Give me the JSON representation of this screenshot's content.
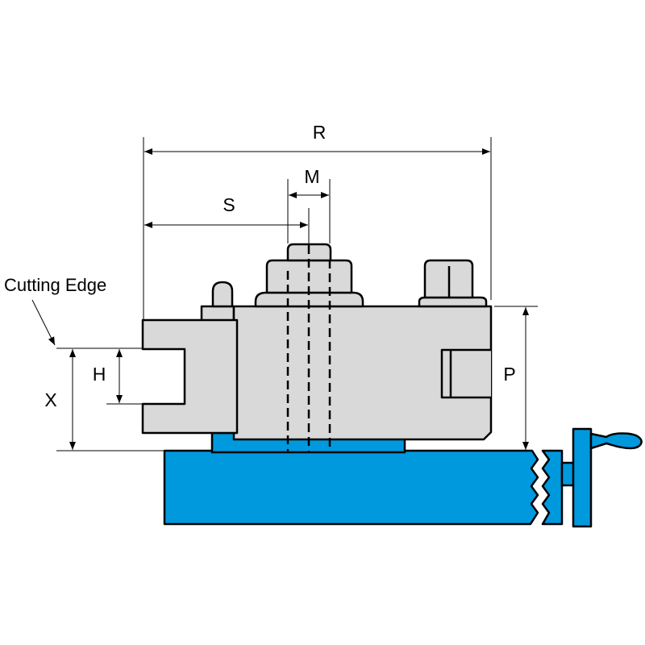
{
  "labels": {
    "r": "R",
    "m": "M",
    "s": "S",
    "p": "P",
    "h": "H",
    "x": "X",
    "cutting_edge": "Cutting Edge"
  },
  "colors": {
    "body_gray": "#d9d9d9",
    "slide_blue": "#0099dd",
    "outline": "#000000"
  }
}
